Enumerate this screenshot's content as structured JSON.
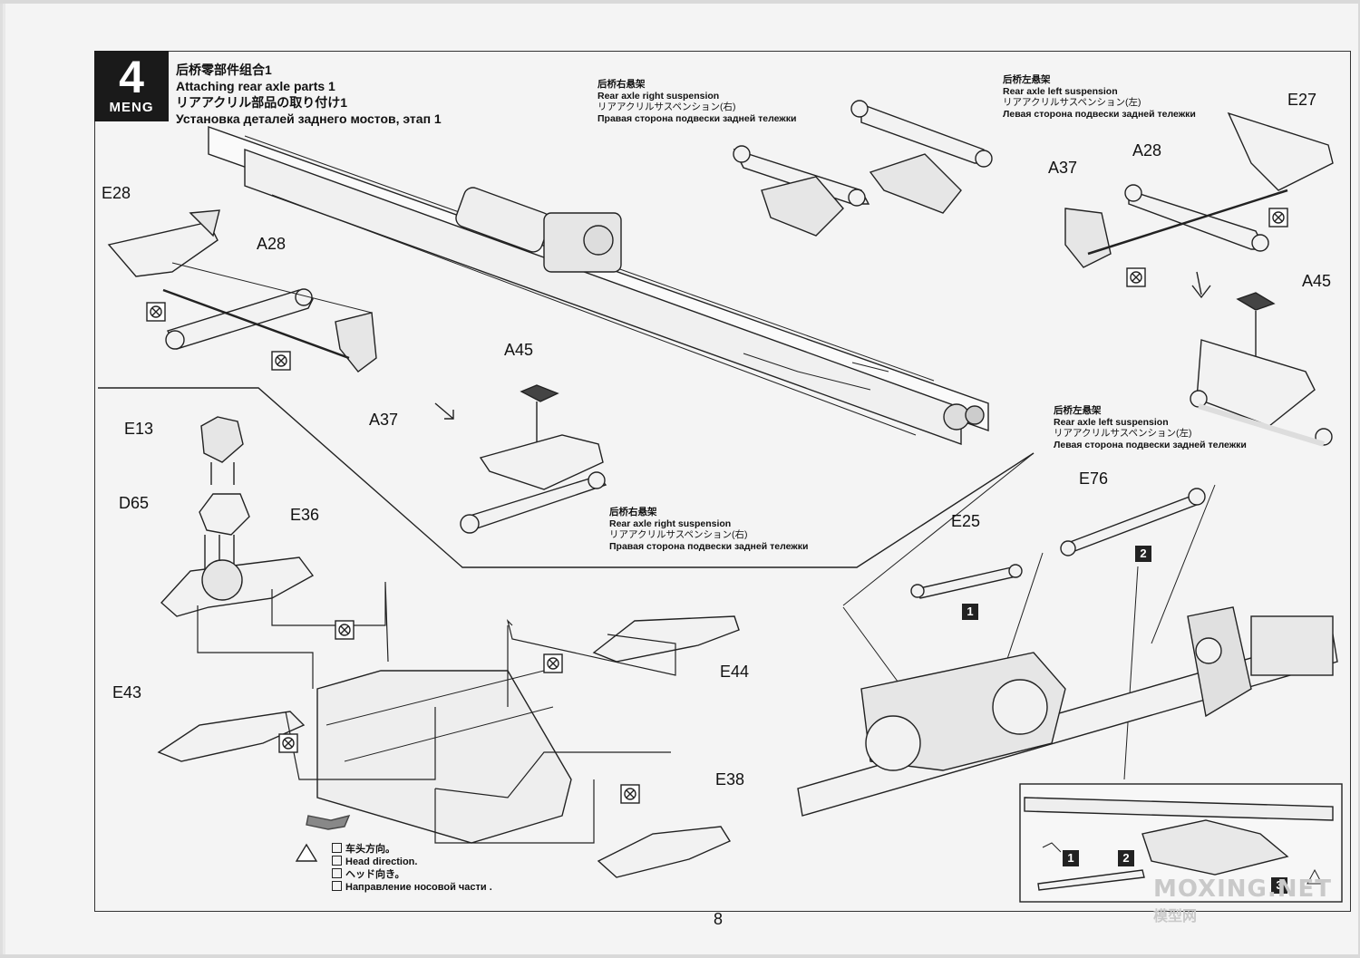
{
  "step": {
    "number": "4",
    "brand": "MENG"
  },
  "title": {
    "zh": "后桥零部件组合1",
    "en": "Attaching rear axle parts 1",
    "ja": "リアアクリル部品の取り付け1",
    "ru": "Установка деталей заднего мостов, этап 1"
  },
  "notes": {
    "right_top": {
      "zh": "后桥右悬架",
      "en": "Rear axle right suspension",
      "ja": "リアアクリルサスペンション(右)",
      "ru": "Правая сторона подвески задней тележки"
    },
    "left_top": {
      "zh": "后桥左悬架",
      "en": "Rear axle left suspension",
      "ja": "リアアクリルサスペンション(左)",
      "ru": "Левая сторона подвески задней тележки"
    },
    "left_bottom": {
      "zh": "后桥左悬架",
      "en": "Rear axle left suspension",
      "ja": "リアアクリルサスペンション(左)",
      "ru": "Левая сторона подвески задней тележки"
    },
    "right_bottom": {
      "zh": "后桥右悬架",
      "en": "Rear axle right suspension",
      "ja": "リアアクリルサスペンション(右)",
      "ru": "Правая сторона подвески задней тележки"
    }
  },
  "head_direction": {
    "zh": "车头方向。",
    "en": "Head direction.",
    "ja": "ヘッド向き。",
    "ru": "Направление носовой части ."
  },
  "parts": {
    "e28_left": "E28",
    "a28_left": "A28",
    "a37_left": "A37",
    "a45_mid": "A45",
    "e13": "E13",
    "d65": "D65",
    "e36": "E36",
    "e43": "E43",
    "e44": "E44",
    "e38": "E38",
    "e27": "E27",
    "a28_right": "A28",
    "a37_right": "A37",
    "a45_right": "A45",
    "e25": "E25",
    "e76": "E76"
  },
  "badges": {
    "b1": "1",
    "b2": "2",
    "inset_1": "1",
    "inset_2": "2",
    "inset_3": "3"
  },
  "page_number": "8",
  "watermark": {
    "main": "MOXING.NET",
    "sub": "模型网"
  },
  "colors": {
    "ink": "#1a1a1a",
    "paper": "#f4f4f4"
  }
}
